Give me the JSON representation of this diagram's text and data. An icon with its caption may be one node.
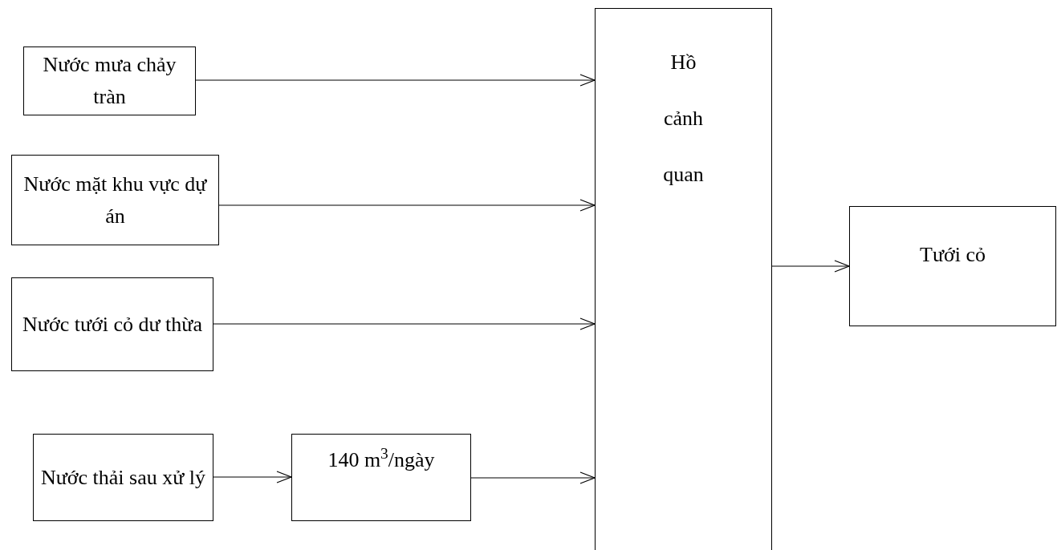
{
  "diagram": {
    "nodes": [
      {
        "text": [
          "Nước mưa chảy tràn"
        ]
      },
      {
        "text": [
          "Nước mặt khu vực dự án"
        ]
      },
      {
        "text": [
          "Nước tưới cỏ dư thừa"
        ]
      },
      {
        "text": [
          "Nước thải sau xử lý"
        ]
      },
      {
        "text": [
          "140 m$^{3}$/ngày"
        ]
      },
      {
        "text": [
          "Hồ cảnh quan"
        ]
      },
      {
        "text": [
          "Tưới cỏ"
        ]
      }
    ],
    "edges": [
      {
        "from": 0,
        "to": 5,
        "arrow": "to"
      },
      {
        "from": 1,
        "to": 5,
        "arrow": "to"
      },
      {
        "from": 2,
        "to": 5,
        "arrow": "to"
      },
      {
        "from": 3,
        "to": 4,
        "arrow": "to"
      },
      {
        "from": 4,
        "to": 5,
        "arrow": "to"
      },
      {
        "from": 5,
        "to": 6,
        "arrow": "to"
      }
    ]
  }
}
